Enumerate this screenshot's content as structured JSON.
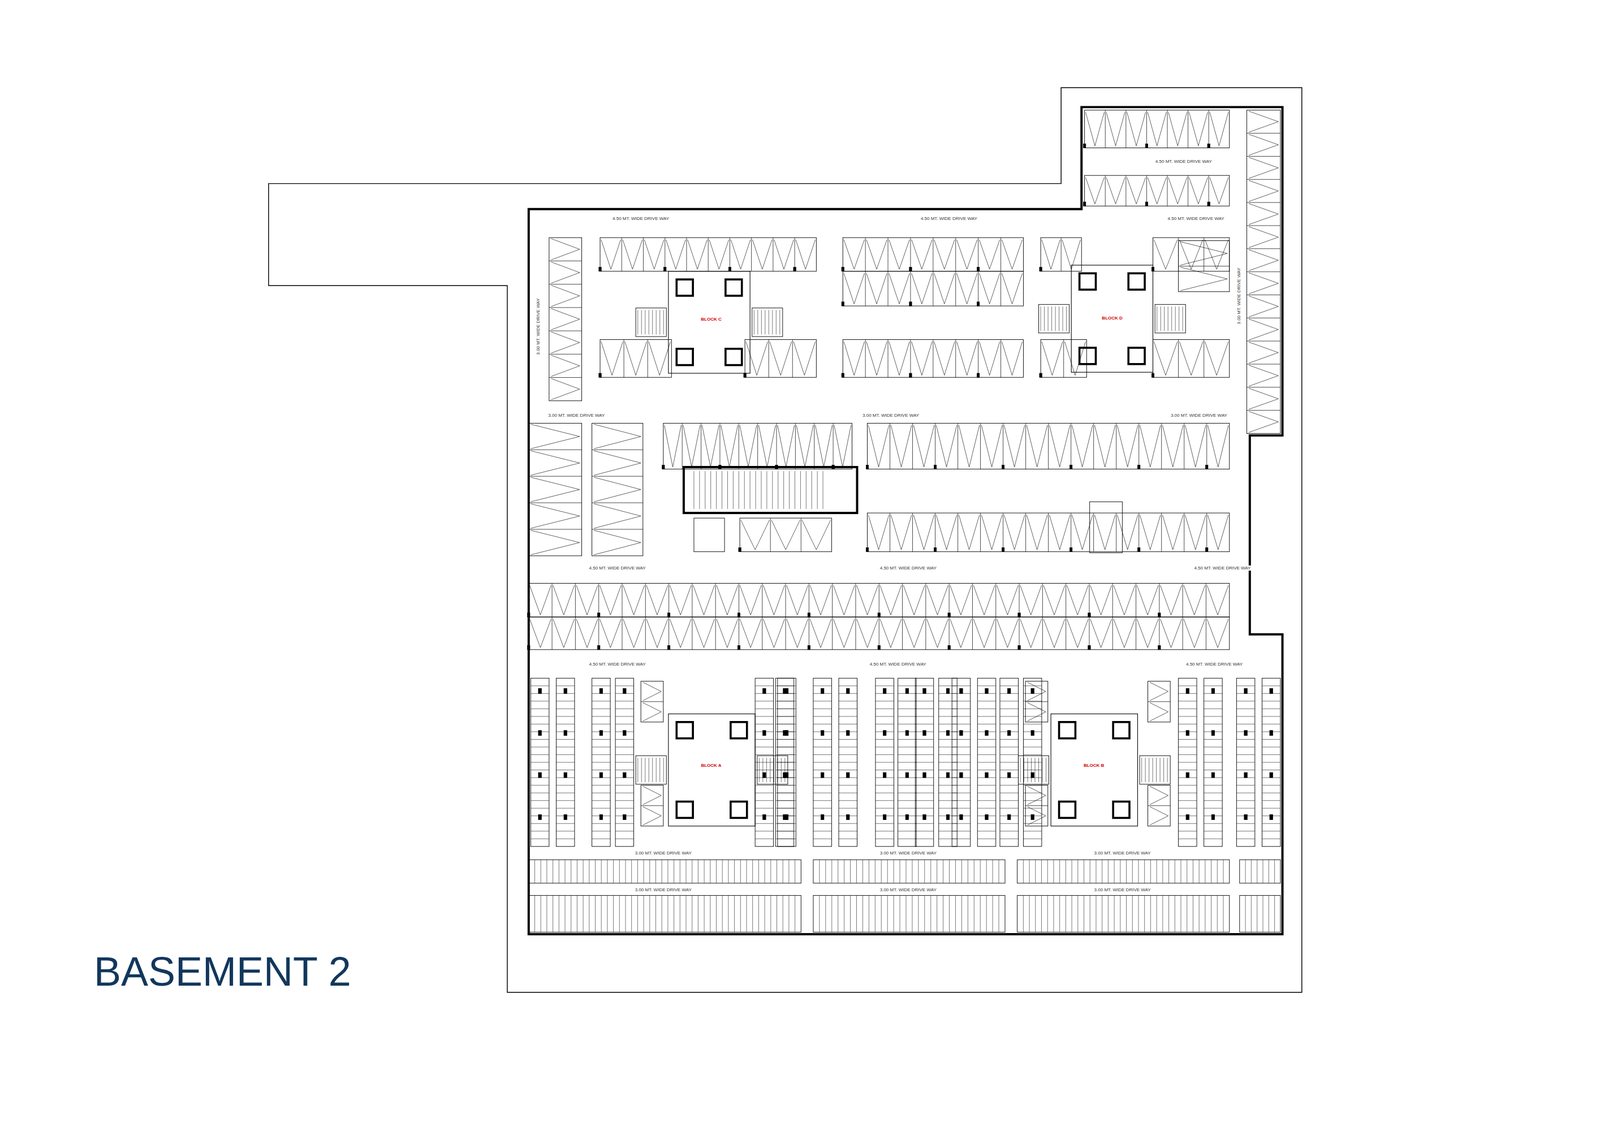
{
  "diagram": {
    "title": "BASEMENT 2",
    "labels": [
      "4.50 MT. WIDE DRIVE WAY",
      "4.50 MT. WIDE DRIVE WAY",
      "4.50 MT. WIDE DRIVE WAY",
      "4.50 MT. WIDE DRIVE WAY",
      "3.00 MT. WIDE DRIVE WAY",
      "3.00 MT. WIDE DRIVE WAY",
      "3.00 MT. WIDE DRIVE WAY",
      "4.50 MT. WIDE DRIVE WAY",
      "4.50 MT. WIDE DRIVE WAY",
      "4.50 MT. WIDE DRIVE WAY",
      "4.50 MT. WIDE DRIVE WAY",
      "4.50 MT. WIDE DRIVE WAY",
      "4.50 MT. WIDE DRIVE WAY",
      "3.00 MT. WIDE DRIVE WAY",
      "3.00 MT. WIDE DRIVE WAY",
      "3.00 MT. WIDE DRIVE WAY",
      "3.00 MT. WIDE DRIVE WAY",
      "3.00 MT. WIDE DRIVE WAY",
      "3.00 MT. WIDE DRIVE WAY",
      "BLOCK C",
      "BLOCK D",
      "BLOCK A",
      "BLOCK B",
      "3.00 MT. WIDE DRIVE WAY",
      "3.00 MT. WIDE DRIVE WAY"
    ]
  }
}
